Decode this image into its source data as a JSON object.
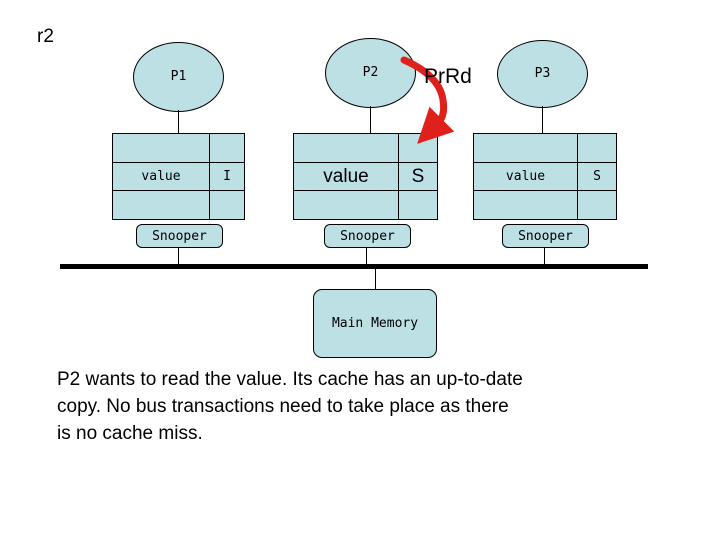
{
  "diagram": {
    "register_label": "r2",
    "bus_label": "",
    "processors": [
      {
        "id": "p1",
        "name": "P1",
        "cache": {
          "value_label": "value",
          "state": "I",
          "text_size": "small"
        },
        "snooper": "Snooper"
      },
      {
        "id": "p2",
        "name": "P2",
        "cache": {
          "value_label": "value",
          "state": "S",
          "text_size": "large"
        },
        "snooper": "Snooper"
      },
      {
        "id": "p3",
        "name": "P3",
        "cache": {
          "value_label": "value",
          "state": "S",
          "text_size": "small"
        },
        "snooper": "Snooper"
      }
    ],
    "transaction": {
      "label": "PrRd",
      "from": "P2",
      "to": "P2-cache",
      "color": "#e0201a"
    },
    "memory": {
      "label": "Main Memory"
    },
    "colors": {
      "node_fill": "#bde0e4",
      "stroke": "#000000",
      "arrow": "#e0201a",
      "background": "#ffffff"
    }
  },
  "caption": {
    "line1": "P2 wants to read the value. Its cache has an up-to-date",
    "line2": "copy. No bus transactions need to take place as there",
    "line3": "is no cache miss."
  }
}
